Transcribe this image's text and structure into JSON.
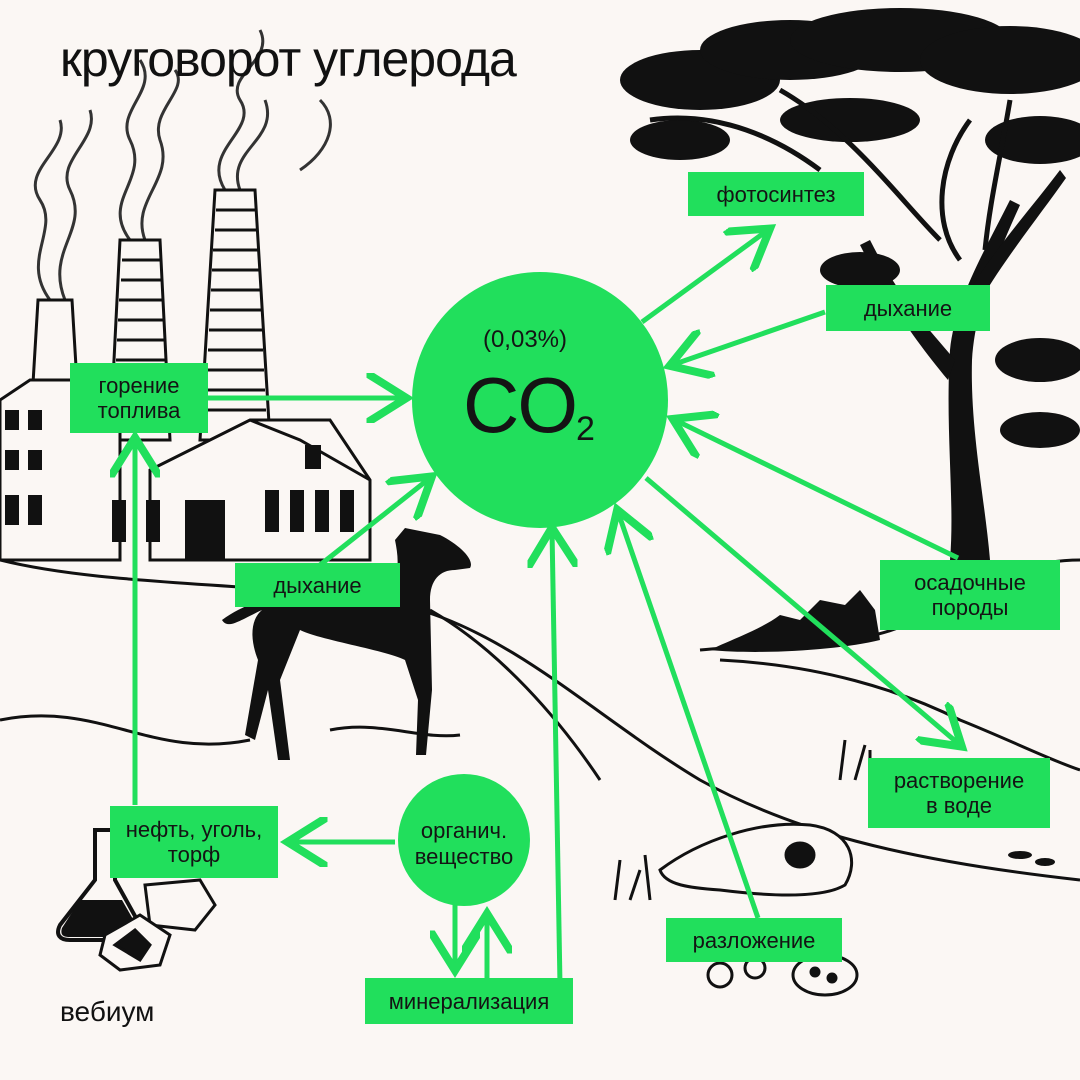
{
  "title": "круговорот углерода",
  "brand": "вебиум",
  "colors": {
    "accent": "#21df5c",
    "ink": "#111111",
    "background": "#fbf7f4"
  },
  "center": {
    "percent": "(0,03%)",
    "formula": "CO",
    "subscript": "2"
  },
  "organic": {
    "line1": "органич.",
    "line2": "вещество"
  },
  "labels": {
    "photosynthesis": "фотосинтез",
    "respiration_tree": "дыхание",
    "combustion_line1": "горение",
    "combustion_line2": "топлива",
    "respiration_animal": "дыхание",
    "sedimentary_line1": "осадочные",
    "sedimentary_line2": "породы",
    "dissolution_line1": "растворение",
    "dissolution_line2": "в воде",
    "fossil_line1": "нефть, уголь,",
    "fossil_line2": "торф",
    "decomposition": "разложение",
    "mineralization": "минерализация"
  }
}
